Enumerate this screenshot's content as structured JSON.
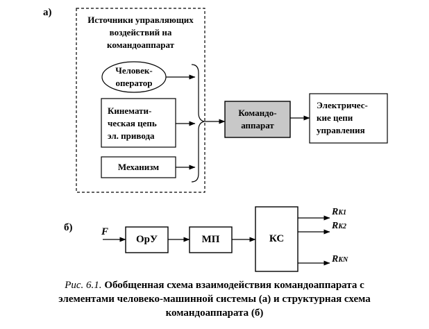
{
  "part_a": {
    "label": "а)",
    "sources_title": [
      "Источники управляющих",
      "воздействий на",
      "командоаппарат"
    ],
    "operator": [
      "Человек-",
      "оператор"
    ],
    "kinematic": [
      "Кинемати-",
      "ческая цепь",
      "эл. привода"
    ],
    "mechanism": "Механизм",
    "commander": [
      "Командо-",
      "аппарат"
    ],
    "circuits": [
      "Электричес-",
      "кие цепи",
      "управления"
    ]
  },
  "part_b": {
    "label": "б)",
    "input": "F",
    "blocks": [
      "ОрУ",
      "МП",
      "КС"
    ],
    "outputs": [
      {
        "main": "R",
        "sub": "K1"
      },
      {
        "main": "R",
        "sub": "K2"
      },
      {
        "main": "R",
        "sub": "KN"
      }
    ]
  },
  "caption": {
    "prefix": "Рис. 6.1.",
    "line1": " Обобщенная схема взаимодействия командоаппарата с",
    "line2": "элементами человеко-машинной системы (а) и структурная схема",
    "line3": "командоаппарата (б)"
  },
  "colors": {
    "commander_fill": "#c8c8c8"
  }
}
